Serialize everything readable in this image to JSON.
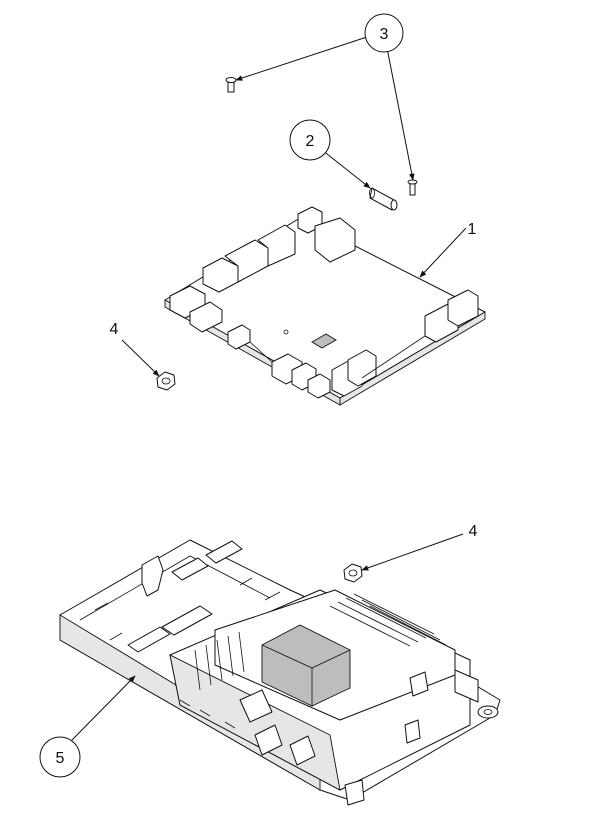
{
  "callouts": {
    "c1": "1",
    "c2": "2",
    "c3": "3",
    "c4a": "4",
    "c4b": "4",
    "c5": "5"
  },
  "colors": {
    "line": "#111111",
    "background": "#ffffff"
  }
}
